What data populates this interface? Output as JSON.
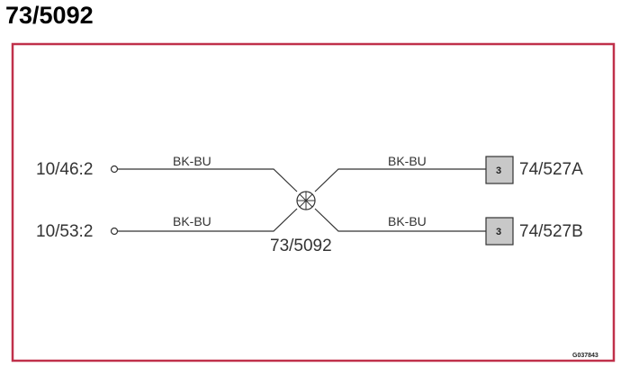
{
  "title": "73/5092",
  "colors": {
    "frame": "#c0304a",
    "wire": "#333333",
    "connector_fill": "#c8c8c8"
  },
  "diagram": {
    "splice_label": "73/5092",
    "figure_ref": "G037843",
    "left_terminals": [
      {
        "label": "10/46:2",
        "wire_color": "BK-BU"
      },
      {
        "label": "10/53:2",
        "wire_color": "BK-BU"
      }
    ],
    "right_connectors": [
      {
        "pin": "3",
        "label": "74/527A",
        "wire_color": "BK-BU"
      },
      {
        "pin": "3",
        "label": "74/527B",
        "wire_color": "BK-BU"
      }
    ],
    "splice_icon": "crosshair-circle-icon"
  }
}
